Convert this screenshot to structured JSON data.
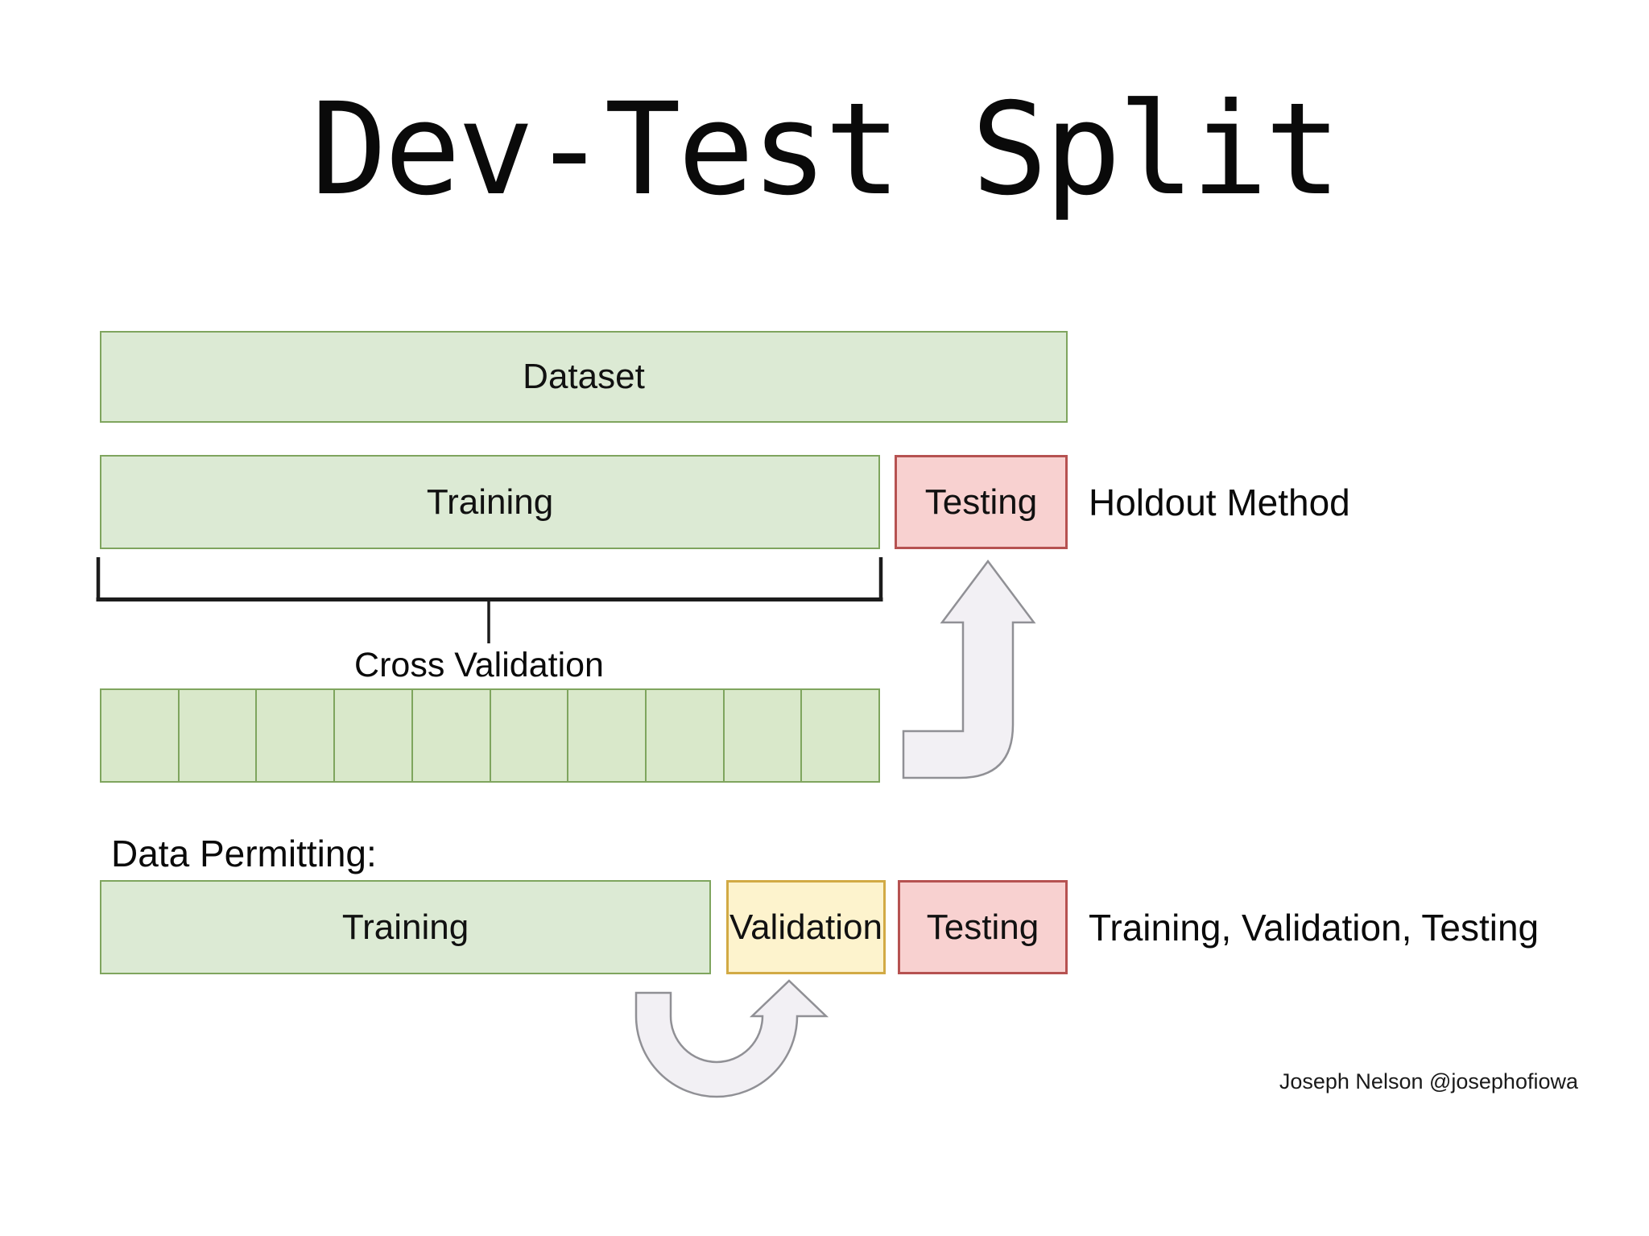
{
  "title": "Dev-Test Split",
  "diagram": {
    "dataset": {
      "label": "Dataset"
    },
    "holdout": {
      "training_label": "Training",
      "testing_label": "Testing",
      "method_label": "Holdout Method"
    },
    "cross_validation": {
      "label": "Cross Validation",
      "fold_count": 10
    },
    "data_permitting": {
      "heading": "Data Permitting:",
      "training_label": "Training",
      "validation_label": "Validation",
      "testing_label": "Testing",
      "method_label": "Training, Validation, Testing"
    }
  },
  "attribution": "Joseph Nelson @josephofiowa",
  "icons": {
    "holdout_arrow": "bent-up-arrow-icon",
    "validation_swap_arrow": "u-turn-up-arrow-icon"
  },
  "colors": {
    "green-fill": "#dcead4",
    "green-border": "#7fa55e",
    "fold-fill": "#d9e8ca",
    "pink-fill": "#f8d1d0",
    "pink-border": "#b65251",
    "yellow-fill": "#fdf3cd",
    "yellow-border": "#d2aa45",
    "arrow-fill": "#f2f0f4",
    "arrow-stroke": "#909095",
    "bracket": "#1c1c1c"
  }
}
